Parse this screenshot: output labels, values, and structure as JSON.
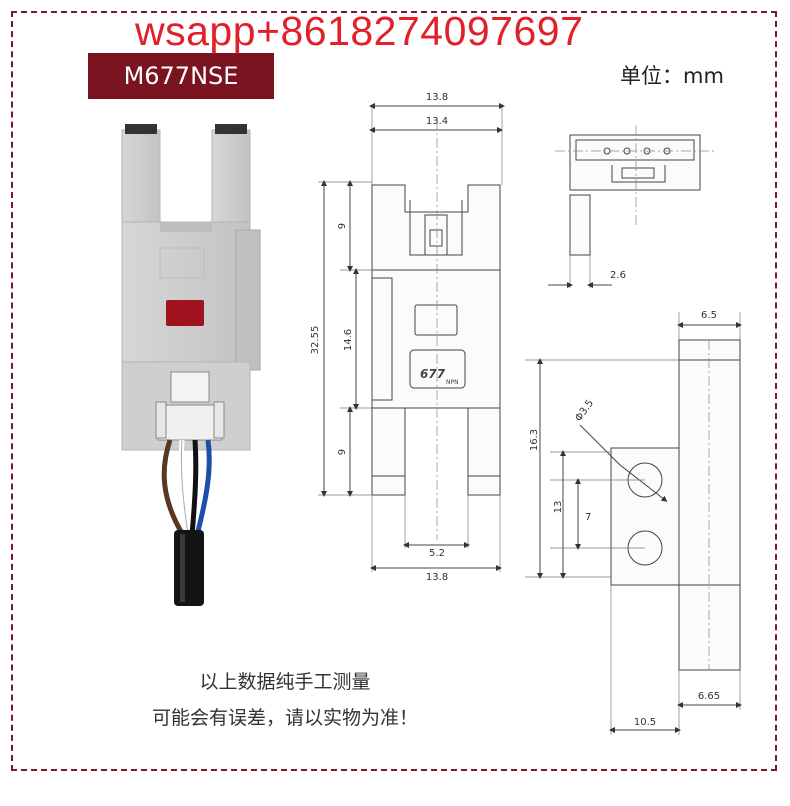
{
  "watermark": "wsapp+8618274097697",
  "model": "M677NSE",
  "unit_label": "单位：mm",
  "notes": [
    "以上数据纯手工测量",
    "可能会有误差，请以实物为准！"
  ],
  "front_view": {
    "width_top_outer": "13.8",
    "width_top_inner": "13.4",
    "height_total": "32.55",
    "upper_slot": "9",
    "middle": "14.6",
    "lower_slot": "9",
    "slot_width": "5.2",
    "width_bottom": "13.8",
    "logo_text": "677",
    "logo_sub": "NPN"
  },
  "top_view": {
    "width": "2.6"
  },
  "side_view": {
    "top_width": "6.5",
    "hole_dia": "Φ3.5",
    "height": "16.3",
    "hole_pitch": "13",
    "hole_offset": "7",
    "bottom_inner": "6.65",
    "bottom_outer": "10.5"
  },
  "colors": {
    "accent": "#7a1420",
    "watermark": "#e0202a",
    "housing": "#c9c9c9",
    "led": "#a0121e"
  }
}
